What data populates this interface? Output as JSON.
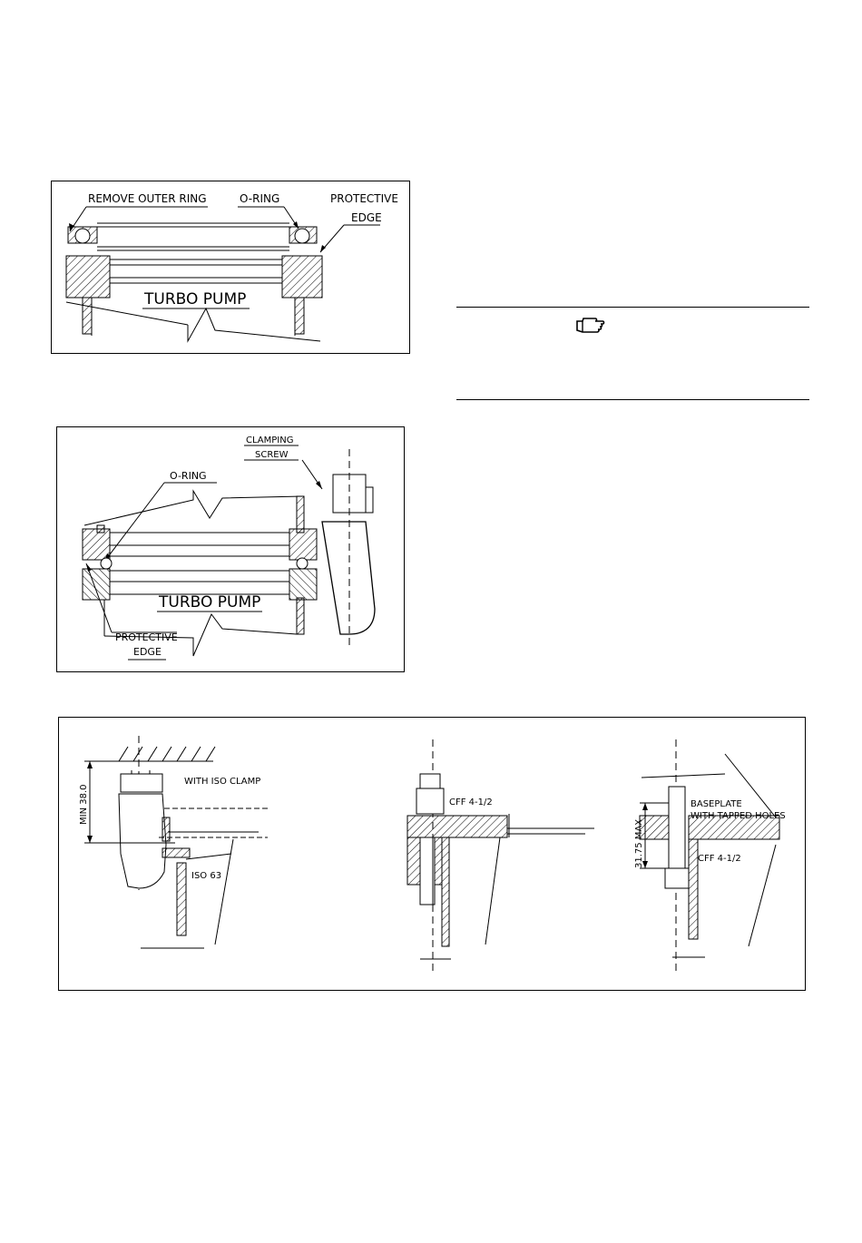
{
  "figure1": {
    "labels": {
      "remove_outer_ring": "REMOVE OUTER RING",
      "o_ring": "O-RING",
      "protective": "PROTECTIVE",
      "edge": "EDGE",
      "turbo_pump": "TURBO PUMP"
    }
  },
  "figure2": {
    "labels": {
      "clamping": "CLAMPING",
      "screw": "SCREW",
      "o_ring": "O-RING",
      "turbo_pump": "TURBO PUMP",
      "protective": "PROTECTIVE",
      "edge": "EDGE"
    }
  },
  "figure3": {
    "labels": {
      "min_38": "MIN 38.0",
      "with_iso_clamp": "WITH ISO CLAMP",
      "iso_63": "ISO 63",
      "cff_1": "CFF 4-1/2",
      "baseplate": "BASEPLATE",
      "with_tapped_holes": "WITH TAPPED HOLES",
      "max_3175": "31.75 MAX",
      "cff_2": "CFF 4-1/2"
    }
  },
  "note": {
    "icon": "pointing-hand-icon"
  }
}
